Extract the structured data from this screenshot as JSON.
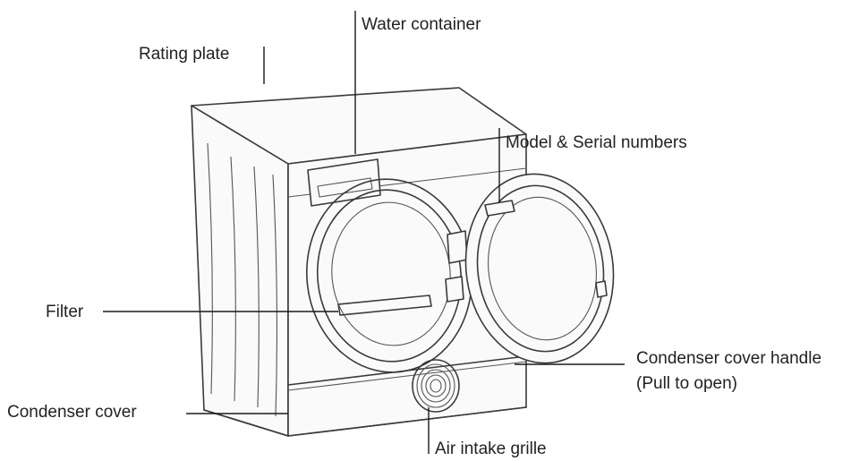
{
  "labels": {
    "water_container": "Water container",
    "rating_plate": "Rating plate",
    "model_serial": "Model & Serial numbers",
    "filter": "Filter",
    "condenser_cover_handle_1": "Condenser cover handle",
    "condenser_cover_handle_2": "(Pull to open)",
    "condenser_cover": "Condenser cover",
    "air_intake_grille": "Air intake grille"
  }
}
